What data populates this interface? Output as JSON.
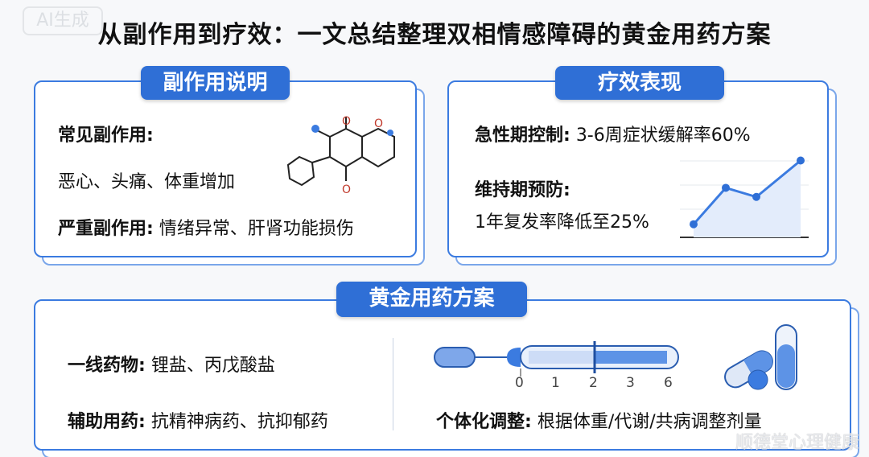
{
  "watermark": "AI生成",
  "title": "从副作用到疗效：一文总结整理双相情感障碍的黄金用药方案",
  "side_effects": {
    "header": "副作用说明",
    "common_label": "常见副作用:",
    "common_items": "恶心、头痛、体重增加",
    "severe_label": "严重副作用:",
    "severe_items": "情绪异常、肝肾功能损伤",
    "icon": "molecule-structure-icon"
  },
  "efficacy": {
    "header": "疗效表现",
    "acute_label": "急性期控制:",
    "acute_value": "3-6周症状缓解率60%",
    "maint_label": "维持期预防:",
    "maint_value": "1年复发率降低至25%",
    "trend_values": [
      1,
      3,
      2.5,
      4.5
    ]
  },
  "regimen": {
    "header": "黄金用药方案",
    "first_label": "一线药物:",
    "first_value": "锂盐、丙戊酸盐",
    "aux_label": "辅助用药:",
    "aux_value": "抗精神病药、抗抑郁药",
    "scale_ticks": [
      "0",
      "1",
      "2",
      "3",
      "6"
    ],
    "personal_label": "个体化调整:",
    "personal_value": "根据体重/代谢/共病调整剂量"
  },
  "signature": "顺德堂心理健康",
  "colors": {
    "accent": "#2f6fd6",
    "border": "#3b7be0"
  }
}
